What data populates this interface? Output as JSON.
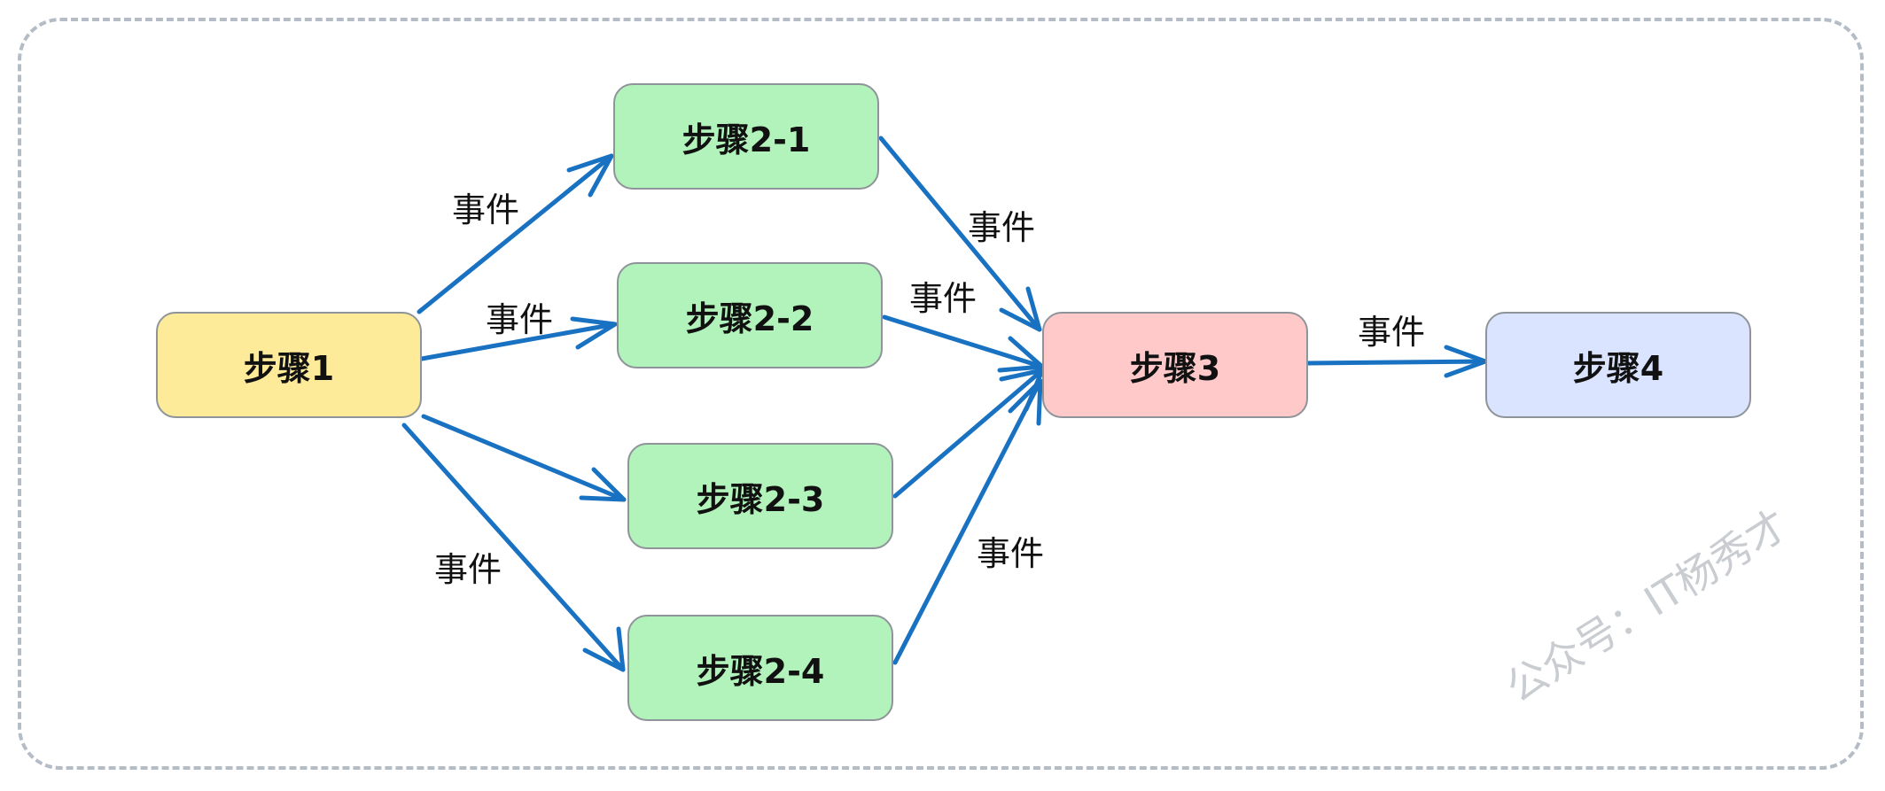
{
  "nodes": {
    "step1": {
      "label": "步骤1",
      "color": "#fdeb99"
    },
    "step2_1": {
      "label": "步骤2-1",
      "color": "#b2f2bb"
    },
    "step2_2": {
      "label": "步骤2-2",
      "color": "#b2f2bb"
    },
    "step2_3": {
      "label": "步骤2-3",
      "color": "#b2f2bb"
    },
    "step2_4": {
      "label": "步骤2-4",
      "color": "#b2f2bb"
    },
    "step3": {
      "label": "步骤3",
      "color": "#ffc9c9"
    },
    "step4": {
      "label": "步骤4",
      "color": "#dbe4ff"
    }
  },
  "edge_labels": {
    "e1": "事件",
    "e2": "事件",
    "e3": "事件",
    "e4": "事件",
    "e5": "事件",
    "e6": "事件",
    "e7": "事件"
  },
  "edges": [
    {
      "from": "step1",
      "to": "step2_1"
    },
    {
      "from": "step1",
      "to": "step2_2"
    },
    {
      "from": "step1",
      "to": "step2_3"
    },
    {
      "from": "step1",
      "to": "step2_4"
    },
    {
      "from": "step2_1",
      "to": "step3"
    },
    {
      "from": "step2_2",
      "to": "step3"
    },
    {
      "from": "step2_3",
      "to": "step3"
    },
    {
      "from": "step2_4",
      "to": "step3"
    },
    {
      "from": "step3",
      "to": "step4"
    }
  ],
  "arrow_color": "#1971c2",
  "watermark": "公众号：IT杨秀才"
}
